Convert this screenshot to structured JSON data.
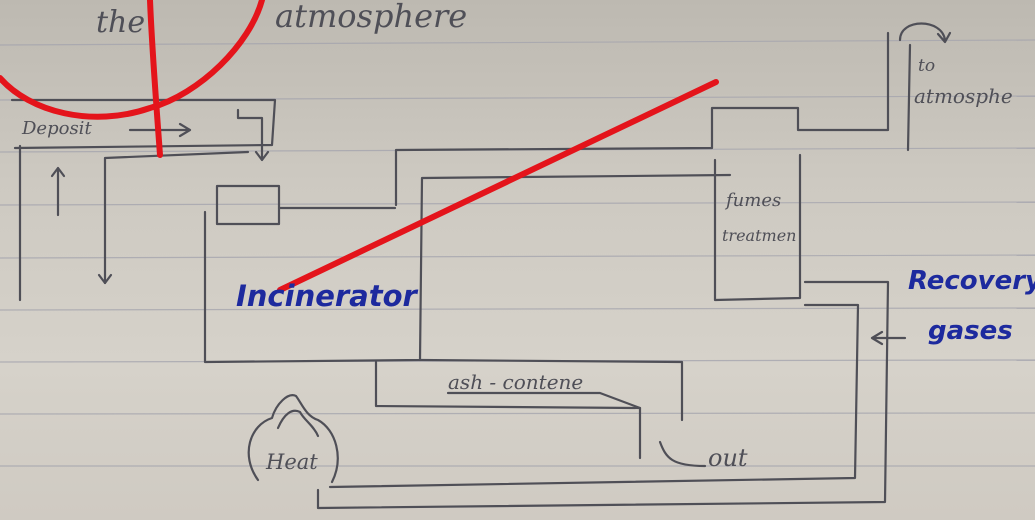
{
  "diagram": {
    "top_text": {
      "word1": "the",
      "word2": "atmosphere"
    },
    "deposit_label": "Deposit",
    "to_atmosphere": {
      "line1": "to",
      "line2": "atmosphe"
    },
    "fumes_label": {
      "line1": "fumes",
      "line2": "treatmen"
    },
    "incinerator_label": "Incinerator",
    "recovery_label": {
      "line1": "Recovery",
      "line2": "gases"
    },
    "ash_label": "ash - contene",
    "out_label": "out",
    "heat_label": "Heat"
  },
  "colors": {
    "paper": "#cdc9c1",
    "ruled_line": "#a3a3ad",
    "pencil": "#4f4f57",
    "blue_ink": "#1d2a9e",
    "red_marker": "#e4141b"
  }
}
